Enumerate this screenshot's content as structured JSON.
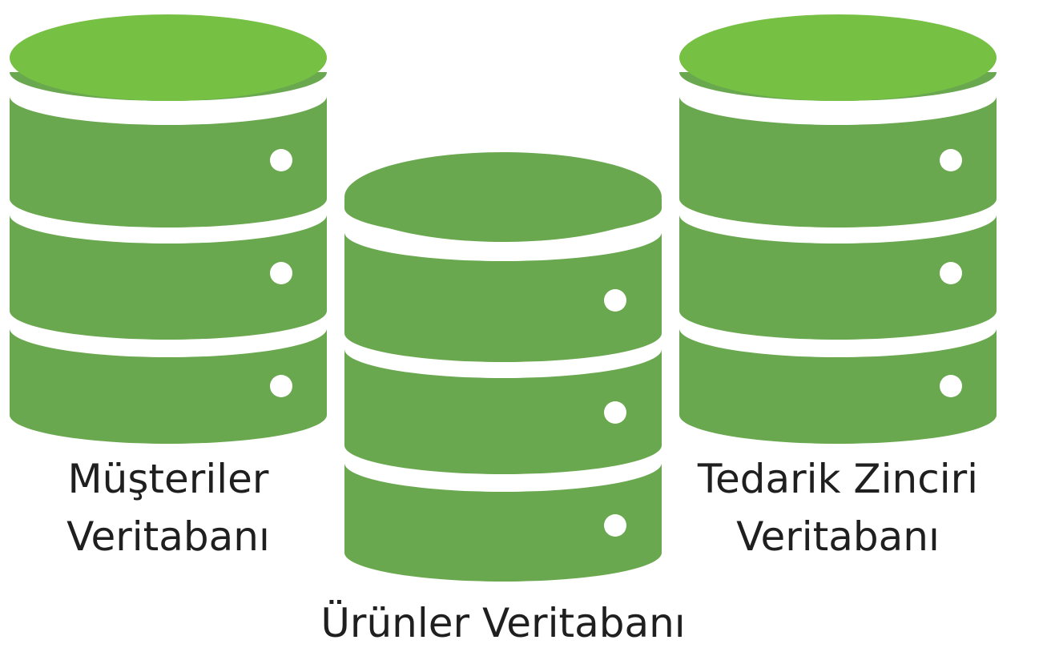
{
  "colors": {
    "cylinder_body": "#6aa84f",
    "cylinder_top": "#76c043",
    "stripe": "#ffffff",
    "text": "#1f1f1f"
  },
  "databases": [
    {
      "line1": "Müşteriler",
      "line2": "Veritabanı",
      "segments": 3
    },
    {
      "line1": "Ürünler Veritabanı",
      "segments": 3
    },
    {
      "line1": "Tedarik Zinciri",
      "line2": "Veritabanı",
      "segments": 3
    }
  ]
}
